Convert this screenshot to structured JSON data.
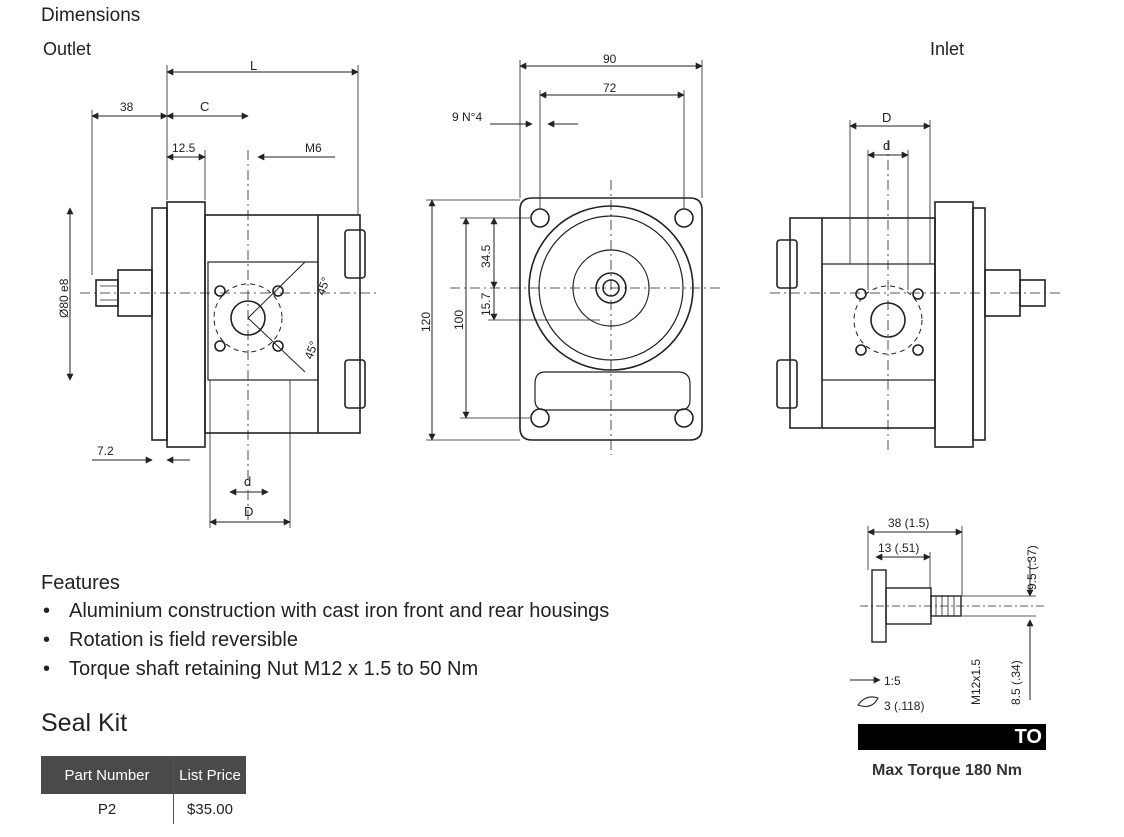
{
  "header": {
    "title": "Dimensions"
  },
  "views": {
    "outlet_label": "Outlet",
    "inlet_label": "Inlet"
  },
  "dimensions": {
    "L": "L",
    "dim_38": "38",
    "C": "C",
    "dim_12_5": "12.5",
    "M6": "M6",
    "shaft_dia": "Ø80 e8",
    "angle_a": "45°",
    "angle_b": "45°",
    "dim_7_2": "7.2",
    "d_small": "d",
    "D_big": "D",
    "dim_90": "90",
    "dim_72": "72",
    "holes": "9 N°4",
    "dim_34_5": "34.5",
    "dim_15_7": "15.7",
    "dim_120": "120",
    "dim_100": "100",
    "inlet_D": "D",
    "inlet_d": "d"
  },
  "shaft_detail": {
    "dim_38": "38 (1.5)",
    "dim_13": "13 (.51)",
    "dim_9_5": "9.5 (.37)",
    "taper": "1:5",
    "key": "3 (.118)",
    "thread": "M12x1.5",
    "dim_8_5": "8.5 (.34)",
    "code": "TO",
    "max_torque": "Max Torque 180 Nm"
  },
  "features": {
    "title": "Features",
    "bullet": "•",
    "items": [
      "Aluminium construction with cast iron front and rear housings",
      "Rotation is field reversible",
      "Torque shaft retaining Nut M12 x 1.5 to 50 Nm"
    ]
  },
  "seal_kit": {
    "title": "Seal Kit",
    "headers": [
      "Part Number",
      "List Price"
    ],
    "rows": [
      [
        "P2",
        "$35.00"
      ]
    ]
  }
}
